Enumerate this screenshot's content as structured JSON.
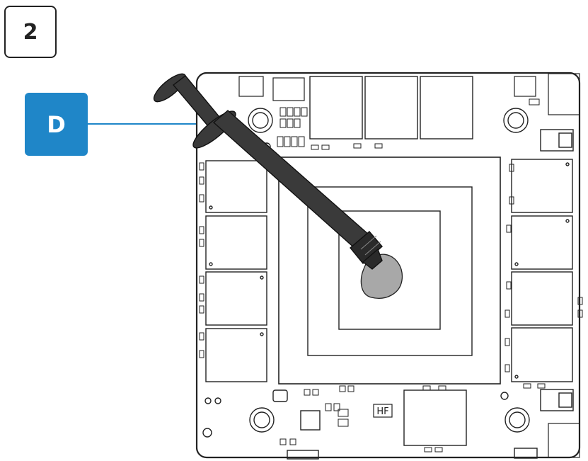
{
  "step": {
    "number": "2"
  },
  "callout": {
    "label": "D",
    "color": "#1f86c8"
  },
  "board": {
    "silkscreen_label": "HF",
    "outline_color": "#222222",
    "paste_color": "#a8a8a8",
    "syringe_color": "#3a3a3a"
  }
}
